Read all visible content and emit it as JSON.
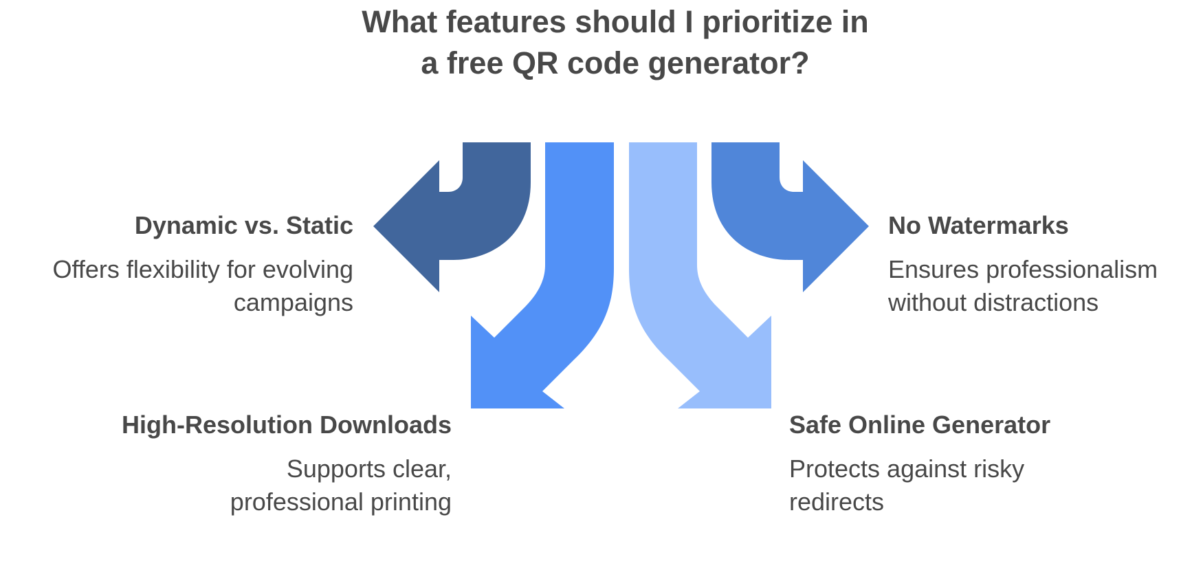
{
  "title": "What features should I prioritize in a free QR code generator?",
  "items": [
    {
      "heading": "Dynamic vs. Static",
      "description": "Offers flexibility for evolving campaigns",
      "color": "#41669C",
      "direction": "left"
    },
    {
      "heading": "High-Resolution Downloads",
      "description": "Supports clear, professional printing",
      "color": "#5291F7",
      "direction": "down-left"
    },
    {
      "heading": "Safe Online Generator",
      "description": "Protects against risky redirects",
      "color": "#98BEFC",
      "direction": "down-right"
    },
    {
      "heading": "No Watermarks",
      "description": "Ensures professionalism without distractions",
      "color": "#5086D9",
      "direction": "right"
    }
  ],
  "colors": {
    "text": "#484848",
    "background": "#FFFFFF"
  }
}
